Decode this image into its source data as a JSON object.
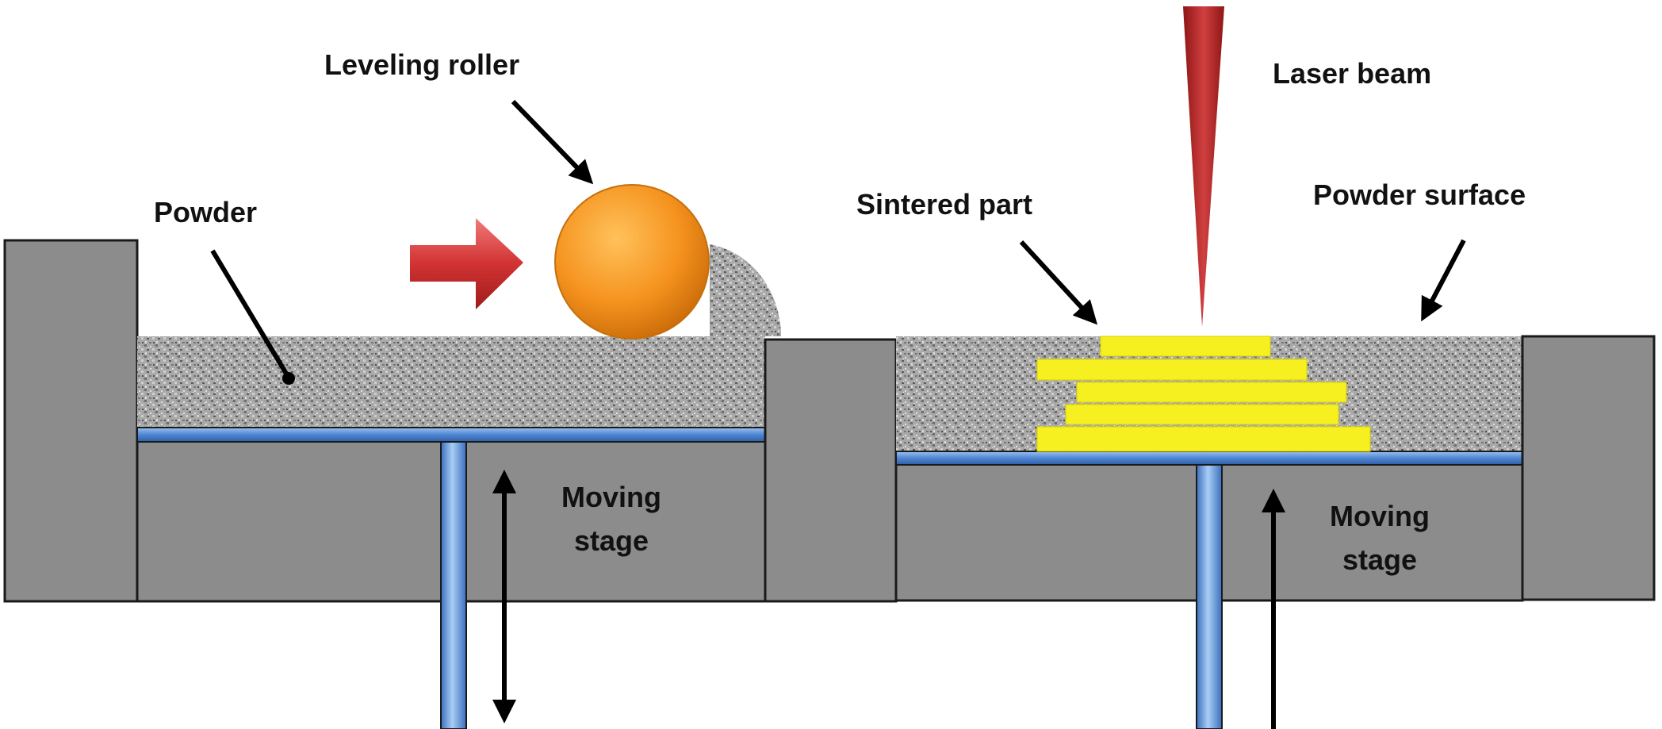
{
  "labels": {
    "leveling_roller": "Leveling roller",
    "powder": "Powder",
    "laser_beam": "Laser beam",
    "sintered_part": "Sintered part",
    "powder_surface": "Powder surface",
    "moving_stage_left_line1": "Moving",
    "moving_stage_left_line2": "stage",
    "moving_stage_right_line1": "Moving",
    "moving_stage_right_line2": "stage"
  },
  "colors": {
    "wall": "#8c8c8c",
    "powder_base": "#a8a8a8",
    "stage_plate": "#5b8fd6",
    "roller": "#f5921e",
    "push_arrow": "#d23232",
    "laser": "#b52020",
    "sintered_layers": "#f6f020"
  },
  "icons": {
    "roller": "circle",
    "push_arrow": "right-arrow",
    "laser": "beam-triangle"
  }
}
